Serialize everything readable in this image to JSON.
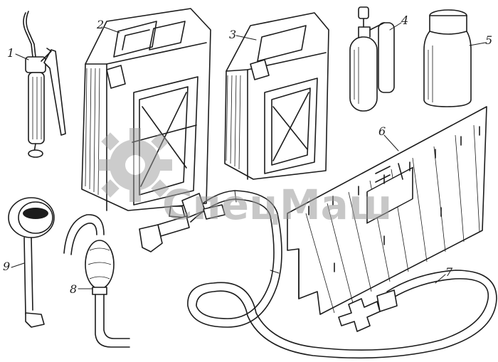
{
  "title": "",
  "watermark": {
    "text": "СпецМаш"
  },
  "labels": [
    {
      "id": "1",
      "text": "1"
    },
    {
      "id": "2",
      "text": "2"
    },
    {
      "id": "3",
      "text": "3"
    },
    {
      "id": "4",
      "text": "4"
    },
    {
      "id": "5",
      "text": "5"
    },
    {
      "id": "6",
      "text": "6"
    },
    {
      "id": "7",
      "text": "7"
    },
    {
      "id": "8",
      "text": "8"
    },
    {
      "id": "9",
      "text": "9"
    }
  ],
  "colors": {
    "ink": "#1c1c1c",
    "watermark": "#9a9a9a",
    "background": "#ffffff"
  }
}
